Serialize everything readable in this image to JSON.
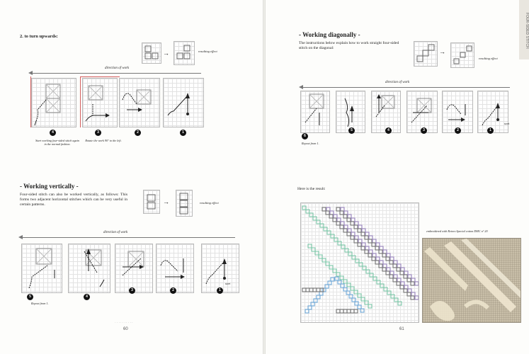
{
  "left_page": {
    "section1_heading": "2. to turn upwards:",
    "resulting_effect_1": "resulting effect",
    "direction_1": "direction of work",
    "steps_1": [
      "4",
      "3",
      "2",
      "1"
    ],
    "caption_4": "Start working four-sided stitch again in the normal fashion.",
    "caption_3": "Rotate the work 90° to the left.",
    "section2_heading": "- Working vertically -",
    "section2_text": "Four-sided stitch can also be worked vertically, as follows: This forms two adjacent horizontal stitches which can be very useful in certain patterns.",
    "resulting_effect_2": "resulting effect",
    "direction_2": "direction of work",
    "steps_2": [
      "5",
      "4",
      "3",
      "2",
      "1"
    ],
    "start_label": "start",
    "repeat_caption": "Repeat from 1.",
    "folio": "60"
  },
  "right_page": {
    "section_heading": "- Working diagonally -",
    "section_text": "The instructions below explain how to work straight four-sided stitch on the diagonal:",
    "resulting_effect": "resulting effect",
    "direction": "direction of work",
    "steps": [
      "6",
      "5",
      "4",
      "3",
      "2",
      "1"
    ],
    "start_label": "start",
    "repeat_caption": "Repeat from 1.",
    "result_intro": "Here is the result:",
    "photo_caption": "embroidered with Retors Special cotton DMC n° 20",
    "tab_text": "FOUR-SIDED STITCH",
    "folio": "61"
  },
  "colors": {
    "grid_line": "#e2e2e2",
    "stitch": "#222222",
    "fold_line": "#d45d5d",
    "pattern_green": "#7cc7a8",
    "pattern_blue": "#6fa8d8",
    "pattern_purple": "#9a86c0",
    "pattern_gray": "#777777",
    "linen": "#c9bfa9"
  }
}
